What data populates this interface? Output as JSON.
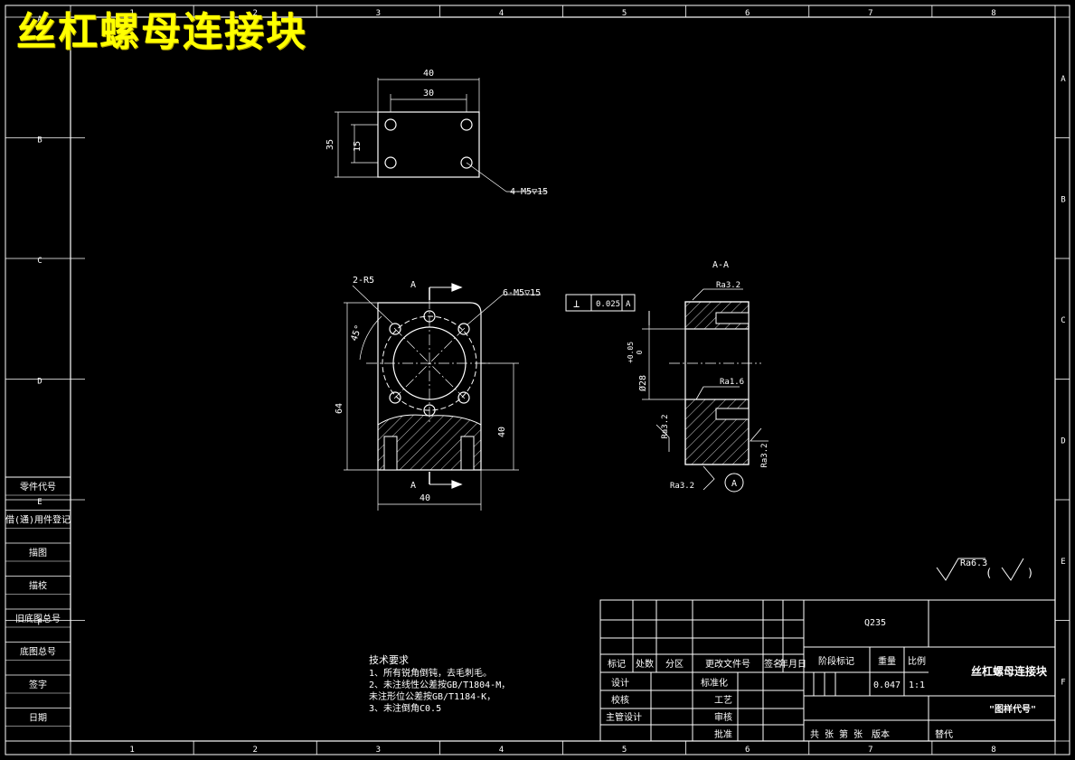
{
  "title": "丝杠螺母连接块",
  "grid": {
    "cols": [
      "1",
      "2",
      "3",
      "4",
      "5",
      "6",
      "7",
      "8"
    ],
    "rows": [
      "A",
      "B",
      "C",
      "D",
      "E",
      "F"
    ]
  },
  "top_view": {
    "dim_outer_width": "40",
    "dim_hole_spacing_x": "30",
    "dim_outer_height": "35",
    "dim_hole_spacing_y": "15",
    "hole_callout": "4-M5▽15"
  },
  "front_view": {
    "radius_callout": "2-R5",
    "hole_callout": "6-M5▽15",
    "section_label_top": "A",
    "section_label_bottom": "A",
    "angle": "45°",
    "dim_height": "64",
    "dim_lower": "40",
    "dim_width": "40"
  },
  "section_view": {
    "title": "A-A",
    "tolerance_symbol": "⊥",
    "tolerance_value": "0.025",
    "datum": "A",
    "bore_dim": "Ø28",
    "bore_tol_upper": "+0.05",
    "bore_tol_lower": "0",
    "rough_top": "Ra3.2",
    "rough_bore": "Ra1.6",
    "rough_left": "Ra3.2",
    "rough_right": "Ra3.2",
    "rough_bottom": "Ra3.2",
    "datum_marker": "A"
  },
  "surface_note": {
    "value": "Ra6.3",
    "paren_open": "(",
    "paren_close": ")"
  },
  "tech_req": {
    "heading": "技术要求",
    "lines": [
      "1、所有锐角倒钝，去毛刺毛。",
      "2、未注线性公差按GB/T1804-M，",
      "未注形位公差按GB/T1184-K，",
      "3、未注倒角C0.5"
    ]
  },
  "left_strip": [
    "零件代号",
    "借(通)用件登记",
    "描图",
    "描校",
    "旧底图总号",
    "底图总号",
    "签字",
    "日期"
  ],
  "title_block": {
    "material": "Q235",
    "part_name": "丝杠螺母连接块",
    "drawing_code": "\"图样代号\"",
    "header_row": [
      "标记",
      "处数",
      "分区",
      "更改文件号",
      "签名",
      "年月日"
    ],
    "stage_label": "阶段标记",
    "weight_label": "重量",
    "scale_label": "比例",
    "weight": "0.047",
    "scale": "1:1",
    "design": "设计",
    "standard": "标准化",
    "check": "校核",
    "process": "工艺",
    "chief": "主管设计",
    "review": "审核",
    "approve": "批准",
    "sheets": "共 张 第 张",
    "version": "版本",
    "replace": "替代"
  }
}
